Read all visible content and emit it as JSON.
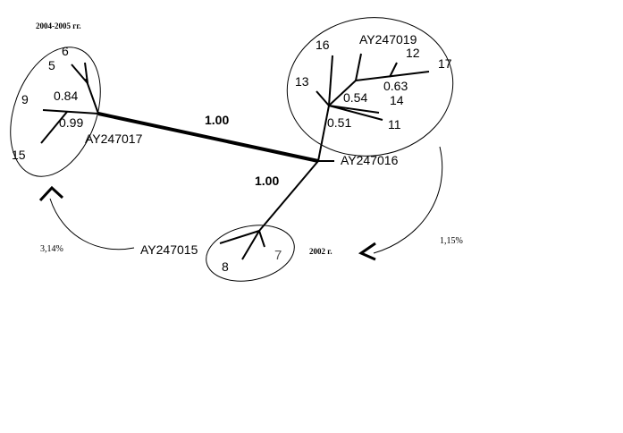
{
  "diagram": {
    "cluster_labels": {
      "left": "2004-2005 гг.",
      "bottom": "2002 г."
    },
    "nodes": {
      "ay247017": "AY247017",
      "ay247016": "AY247016",
      "ay247015": "AY247015",
      "ay247019": "AY247019",
      "n5": "5",
      "n6": "6",
      "n9": "9",
      "n15": "15",
      "n16": "16",
      "n13": "13",
      "n12": "12",
      "n17": "17",
      "n14": "14",
      "n11": "11",
      "n8": "8",
      "n7": "7"
    },
    "branch_support": {
      "b084": "0.84",
      "b099": "0.99",
      "b054": "0.54",
      "b063": "0.63",
      "b051": "0.51",
      "main_top": "1.00",
      "main_bottom": "1.00"
    },
    "percent_labels": {
      "left": "3,14%",
      "right": "1,15%"
    }
  }
}
